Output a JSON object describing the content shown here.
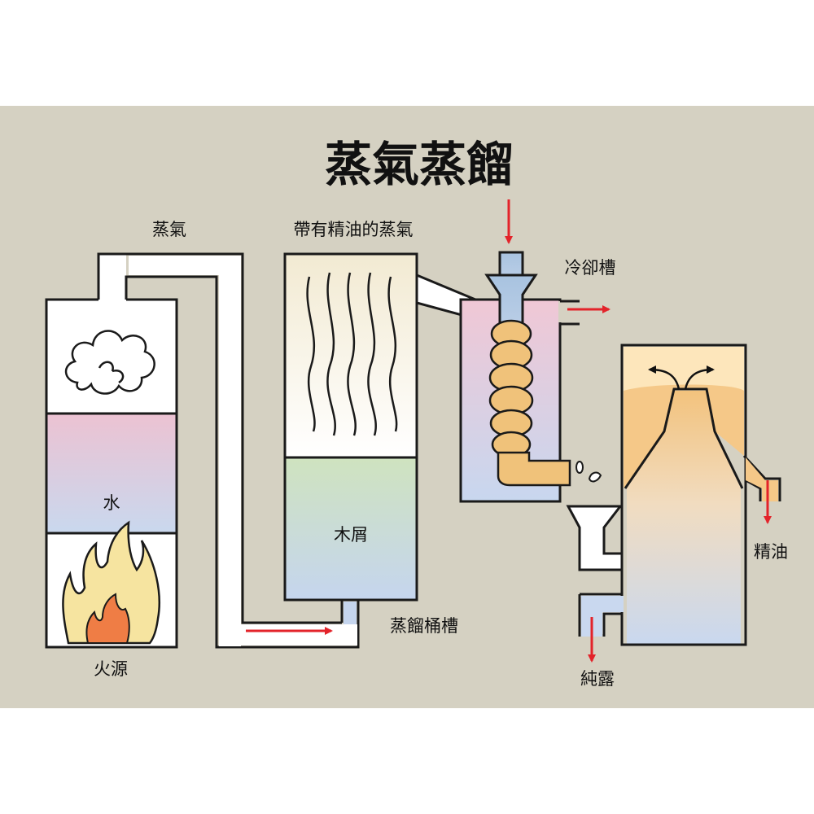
{
  "title": "蒸氣蒸餾",
  "labels": {
    "steam": "蒸氣",
    "steam_with_oil": "帶有精油的蒸氣",
    "cooling_tank": "冷卻槽",
    "water": "水",
    "sawdust": "木屑",
    "fire_source": "火源",
    "still_tank": "蒸餾桶槽",
    "essential_oil": "精油",
    "hydrosol": "純露"
  },
  "colors": {
    "background": "#d5d1c2",
    "outline": "#1a1a1a",
    "arrow": "#e3232a",
    "coil": "#f0c27a",
    "fire_outer": "#f6e4a0",
    "fire_inner": "#ef7d45"
  },
  "icons": [
    "steam-cloud-icon",
    "fire-icon",
    "flow-arrow-icon"
  ]
}
